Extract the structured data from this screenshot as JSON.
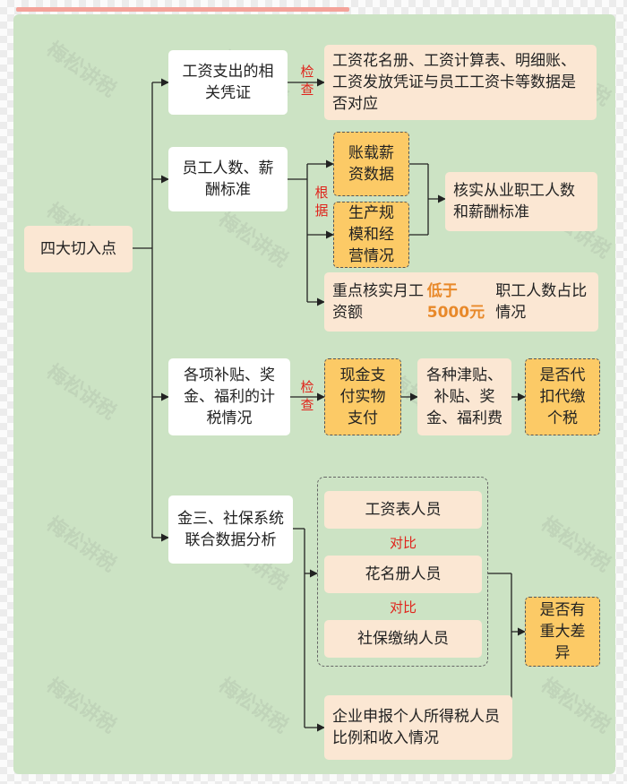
{
  "root": "四大切入点",
  "branch1": {
    "label": "工资支出的相关凭证",
    "connector": "检查",
    "detail": "工资花名册、工资计算表、明细账、工资发放凭证与员工工资卡等数据是否对应"
  },
  "branch2": {
    "label": "员工人数、薪酬标准",
    "connector": "根据",
    "basis_a": "账载薪资数据",
    "basis_b": "生产规模和经营情况",
    "result": "核实从业职工人数和薪酬标准",
    "focus_pre": "重点核实月工资额",
    "focus_hl": "低于5000元",
    "focus_post": "职工人数占比情况"
  },
  "branch3": {
    "label": "各项补贴、奖金、福利的计税情况",
    "connector": "检查",
    "payment": "现金支付实物支付",
    "items": "各种津贴、补贴、奖金、福利费",
    "question": "是否代扣代缴个税"
  },
  "branch4": {
    "label": "金三、社保系统联合数据分析",
    "list_a": "工资表人员",
    "list_b": "花名册人员",
    "list_c": "社保缴纳人员",
    "compare": "对比",
    "question": "是否有重大差异",
    "tail": "企业申报个人所得税人员比例和收入情况"
  },
  "watermark": "梅松讲税"
}
